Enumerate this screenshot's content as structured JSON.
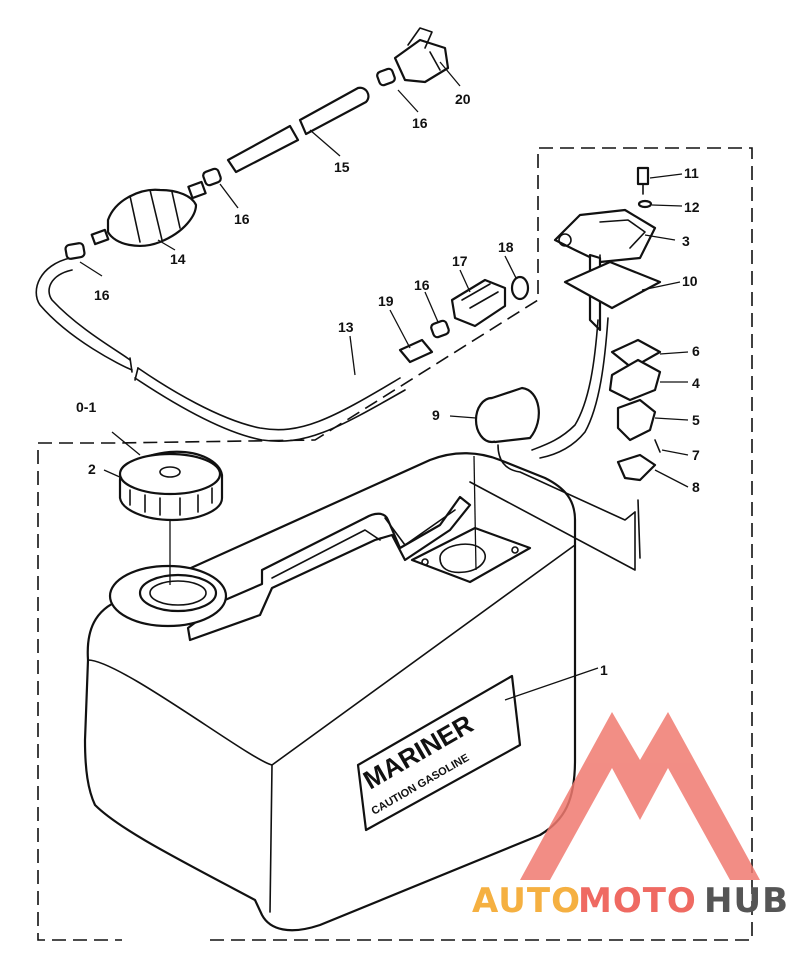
{
  "callouts": {
    "c1": "1",
    "c2": "2",
    "c3": "3",
    "c4": "4",
    "c5": "5",
    "c6": "6",
    "c7": "7",
    "c8": "8",
    "c9": "9",
    "c10": "10",
    "c11": "11",
    "c12": "12",
    "c13": "13",
    "c14": "14",
    "c15": "15",
    "c16a": "16",
    "c16b": "16",
    "c16c": "16",
    "c16d": "16",
    "c17": "17",
    "c18": "18",
    "c19": "19",
    "c20": "20",
    "c01": "0-1"
  },
  "tank_label": {
    "brand": "MARIΝER",
    "caution": "CAUTION GASOLINE"
  },
  "watermark": {
    "auto": "AUTO",
    "moto": "MOTO",
    "hub": "HUB",
    "colors": {
      "auto": "#f5b041",
      "moto": "#ef6a62",
      "hub": "#555555",
      "logo": "#f07a70"
    }
  }
}
